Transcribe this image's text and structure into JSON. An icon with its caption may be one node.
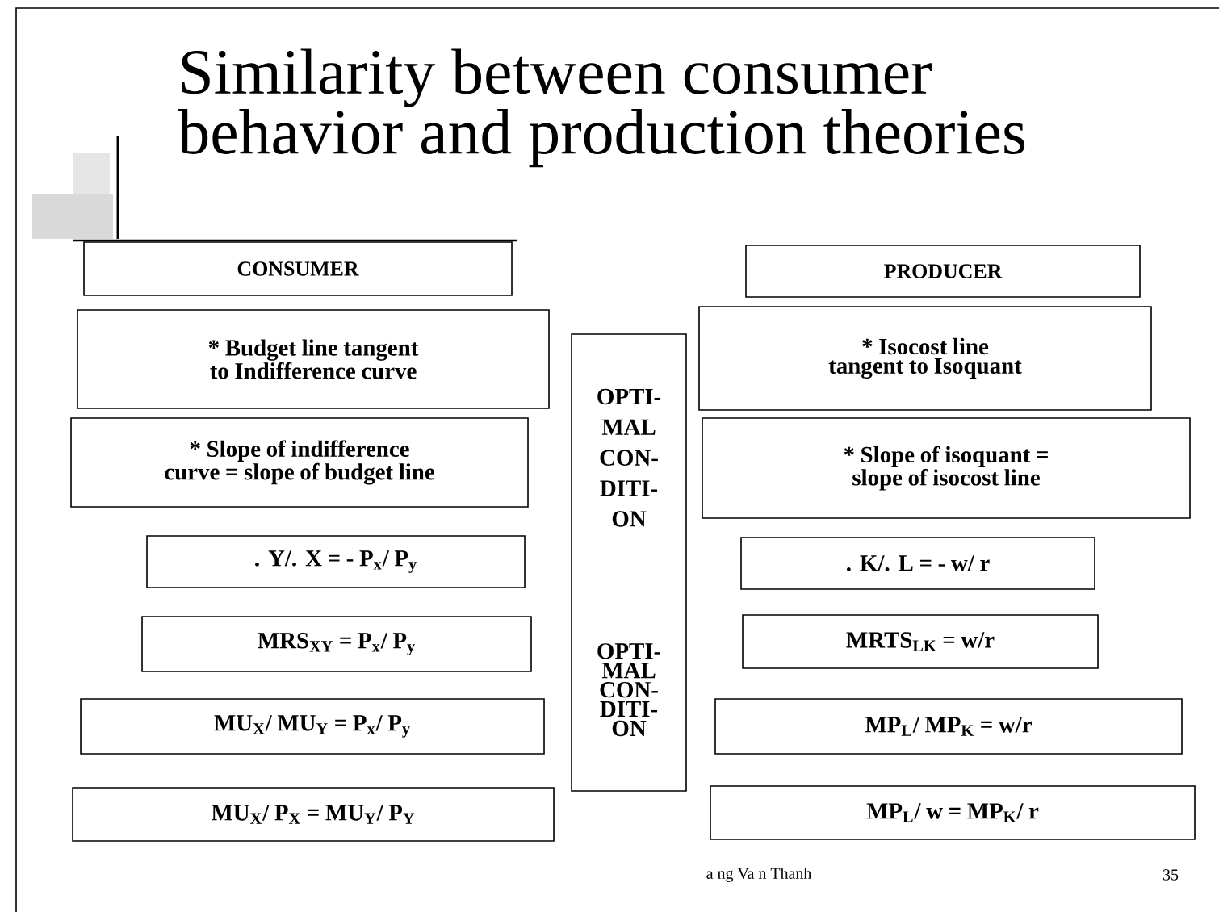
{
  "diagram": {
    "title": "Similarity between consumer behavior and production theories",
    "nodes": [
      {
        "text": [
          "CONSUMER"
        ]
      },
      {
        "text": [
          "PRODUCER"
        ]
      },
      {
        "text": [
          "* Budget line tangent to Indifference curve"
        ]
      },
      {
        "text": [
          "OPTI- MAL CON- DITI- ON",
          "OPTI- MAL CON- DITI- ON"
        ]
      },
      {
        "text": [
          "* Isocost line tangent to Isoquant"
        ]
      },
      {
        "text": [
          "* Slope of indifference curve = slope of budget line"
        ]
      },
      {
        "text": [
          "* Slope of isoquant = slope of isocost line"
        ]
      },
      {
        "text": [
          ". Y/. X = - P$_{x}$/ P$_{y}$"
        ]
      },
      {
        "text": [
          ". K/. L = - w/ r"
        ]
      },
      {
        "text": [
          "MRS$_{XY}$ = P$_{x}$/ P$_{y}$"
        ]
      },
      {
        "text": [
          "MRTS$_{LK}$ = w/r"
        ]
      },
      {
        "text": [
          "MU$_{X}$/ MU$_{Y}$ = P$_{x}$/ P$_{y}$"
        ]
      },
      {
        "text": [
          "MP$_{L}$/ MP$_{K}$ = w/r"
        ]
      },
      {
        "text": [
          "MU$_{X}$/ P$_{X}$ = MU$_{Y}$/ P$_{Y}$"
        ]
      },
      {
        "text": [
          "MP$_{L}$/ w = MP$_{K}$/ r"
        ]
      }
    ],
    "labels": [
      "a ng Va n Thanh",
      "35"
    ]
  }
}
